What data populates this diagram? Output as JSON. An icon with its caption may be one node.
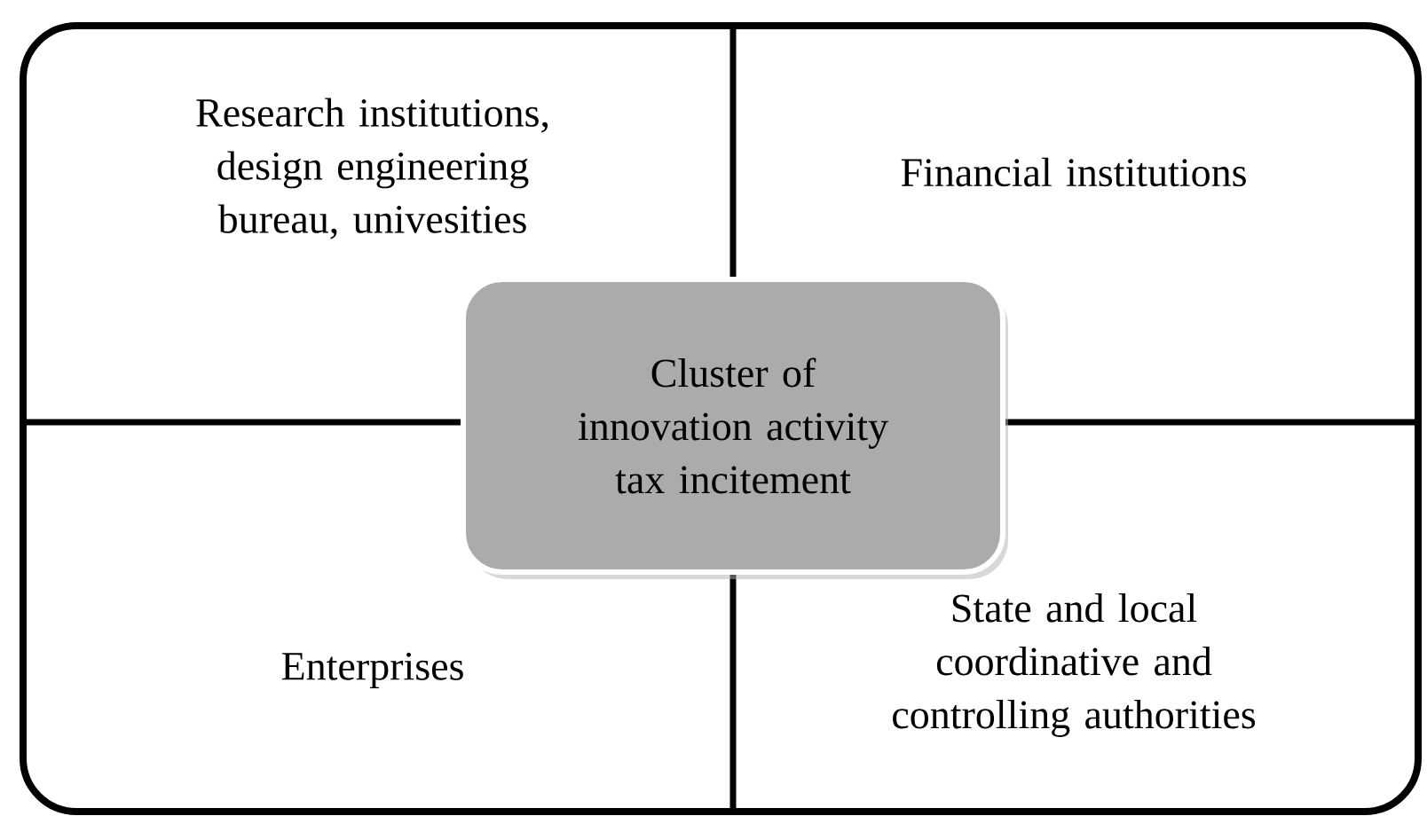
{
  "diagram": {
    "nodes": [
      {
        "text": [],
        "shape": "box"
      },
      {
        "text": [
          "Research institutions, design engineering bureau, univesities"
        ],
        "in": 0
      },
      {
        "text": [
          "Financial institutions"
        ],
        "in": 0
      },
      {
        "text": [
          "Enterprises"
        ],
        "in": 0
      },
      {
        "text": [
          "State and local coordinative and controlling authorities"
        ],
        "in": 0
      },
      {
        "text": [
          "Cluster of innovation activity tax incitement"
        ],
        "in": 0
      }
    ]
  }
}
